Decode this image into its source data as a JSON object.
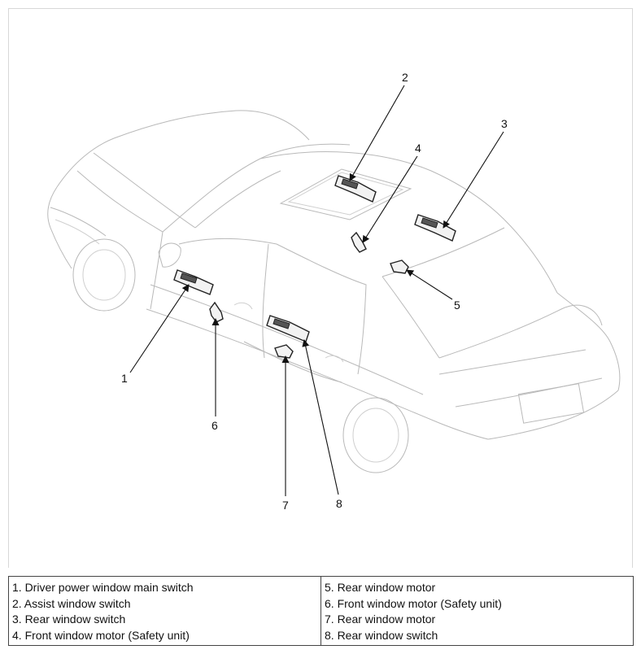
{
  "callouts": [
    "1",
    "2",
    "3",
    "4",
    "5",
    "6",
    "7",
    "8"
  ],
  "legend": {
    "left": [
      "1. Driver power window main switch",
      "2. Assist window switch",
      "3. Rear window switch",
      "4. Front window motor (Safety unit)"
    ],
    "right": [
      "5. Rear window motor",
      "6. Front window motor (Safety unit)",
      "7. Rear window motor",
      "8. Rear window switch"
    ]
  }
}
